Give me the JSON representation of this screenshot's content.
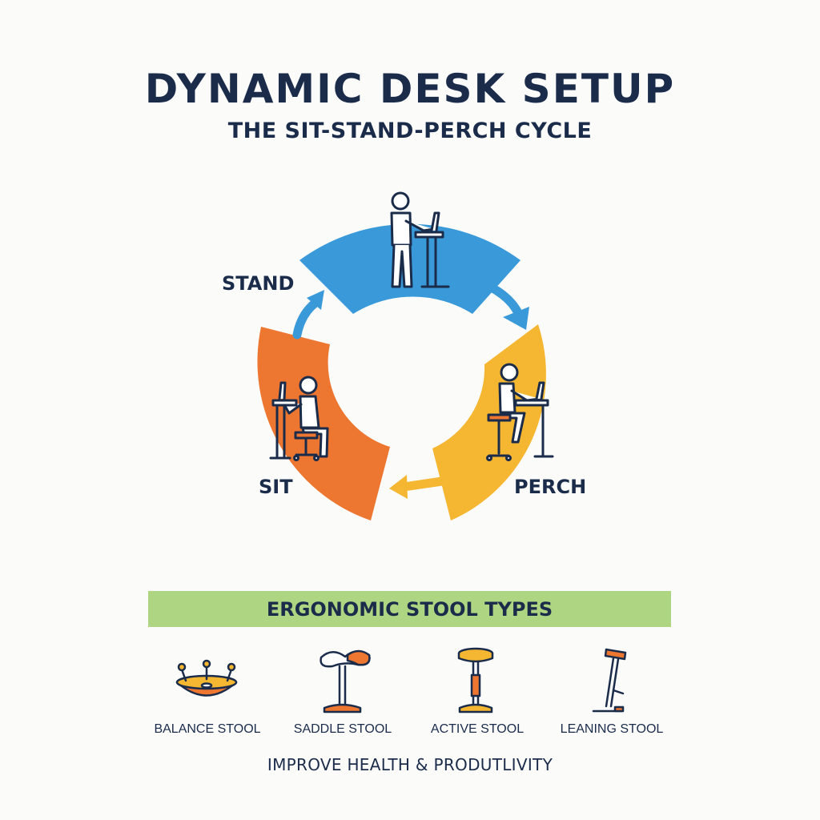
{
  "header": {
    "title": "DYNAMIC DESK SETUP",
    "subtitle": "THE SIT-STAND-PERCH CYCLE"
  },
  "cycle": {
    "stages": [
      {
        "label": "STAND",
        "color": "#3a9ad9",
        "icon": "standing-desk-person-icon"
      },
      {
        "label": "PERCH",
        "color": "#f5b731",
        "icon": "perching-stool-person-icon"
      },
      {
        "label": "SIT",
        "color": "#ed7630",
        "icon": "sitting-chair-person-icon"
      }
    ],
    "arrows": [
      {
        "from": "STAND",
        "to": "PERCH"
      },
      {
        "from": "PERCH",
        "to": "SIT"
      },
      {
        "from": "SIT",
        "to": "STAND"
      }
    ]
  },
  "stool_types": {
    "heading": "ERGONOMIC STOOL TYPES",
    "banner_color": "#aed581",
    "items": [
      {
        "label": "BALANCE STOOL",
        "icon": "balance-stool-icon"
      },
      {
        "label": "SADDLE STOOL",
        "icon": "saddle-stool-icon"
      },
      {
        "label": "ACTIVE STOOL",
        "icon": "active-stool-icon"
      },
      {
        "label": "LEANING STOOL",
        "icon": "leaning-stool-icon"
      }
    ]
  },
  "footer": {
    "text": "IMPROVE HEALTH & PRODUTLIVITY"
  }
}
